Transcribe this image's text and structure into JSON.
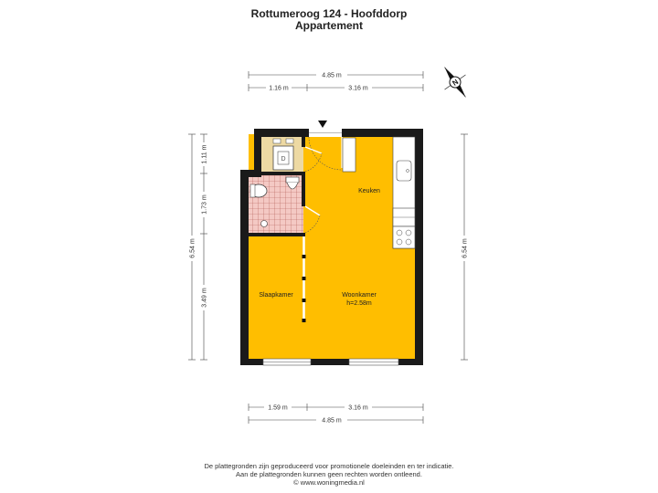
{
  "header": {
    "title": "Rottumeroog 124 - Hoofddorp",
    "subtitle": "Appartement"
  },
  "compass": {
    "letter": "N"
  },
  "dimensions": {
    "top_total": "4.85 m",
    "top_left": "1.16 m",
    "top_right": "3.16 m",
    "bottom_left": "1.59 m",
    "bottom_right": "3.16 m",
    "bottom_total": "4.85 m",
    "left_total": "6.54 m",
    "left_seg1": "1.11 m",
    "left_seg2": "1.73 m",
    "left_seg3": "3.49 m",
    "right_total": "6.54 m"
  },
  "rooms": {
    "keuken": "Keuken",
    "slaapkamer": "Slaapkamer",
    "woonkamer": "Woonkamer",
    "woonkamer_height": "h=2.58m"
  },
  "colors": {
    "living": "#FFBE00",
    "storage": "#EDD9A3",
    "bath_tile": "#F4C9C4",
    "wall": "#1A1A1A"
  },
  "footer": {
    "line1": "De plattegronden zijn geproduceerd voor promotionele doeleinden en ter indicatie.",
    "line2": "Aan de plattegronden kunnen geen rechten worden ontleend.",
    "line3": "© www.woningmedia.nl"
  }
}
